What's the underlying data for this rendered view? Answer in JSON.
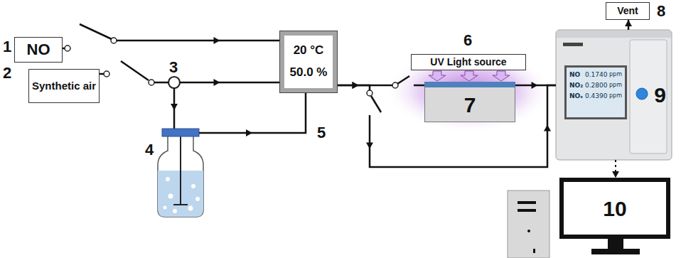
{
  "diagram": {
    "nodes": [
      {
        "text": [
          "NO"
        ]
      },
      {
        "text": [
          "Synthetic air"
        ]
      },
      {
        "text": [
          "20 °C",
          "50.0 %"
        ]
      },
      {
        "text": [
          "UV Light source"
        ]
      },
      {
        "text": [
          "7"
        ]
      },
      {
        "text": [
          "Vent"
        ]
      },
      {
        "text": [
          "9"
        ]
      },
      {
        "text": [
          "10"
        ]
      }
    ],
    "edges": [
      {
        "from": 0,
        "to": 2,
        "arrow": "to"
      },
      {
        "from": 1,
        "to": 2,
        "arrow": "to"
      },
      {
        "from": 2,
        "to": 4,
        "arrow": "to"
      },
      {
        "from": 2,
        "to": 6,
        "arrow": "to"
      },
      {
        "from": 4,
        "to": 6,
        "arrow": "to"
      },
      {
        "from": 6,
        "to": 5,
        "arrow": "to"
      },
      {
        "from": 6,
        "to": 7,
        "arrow": "to"
      }
    ],
    "labels": [
      "1",
      "2",
      "3",
      "4",
      "5",
      "6",
      "8",
      "NO",
      "0.1740",
      "ppm",
      "NO₂",
      "0.2800",
      "ppm",
      "NOₓ",
      "0.4390",
      "ppm"
    ]
  }
}
